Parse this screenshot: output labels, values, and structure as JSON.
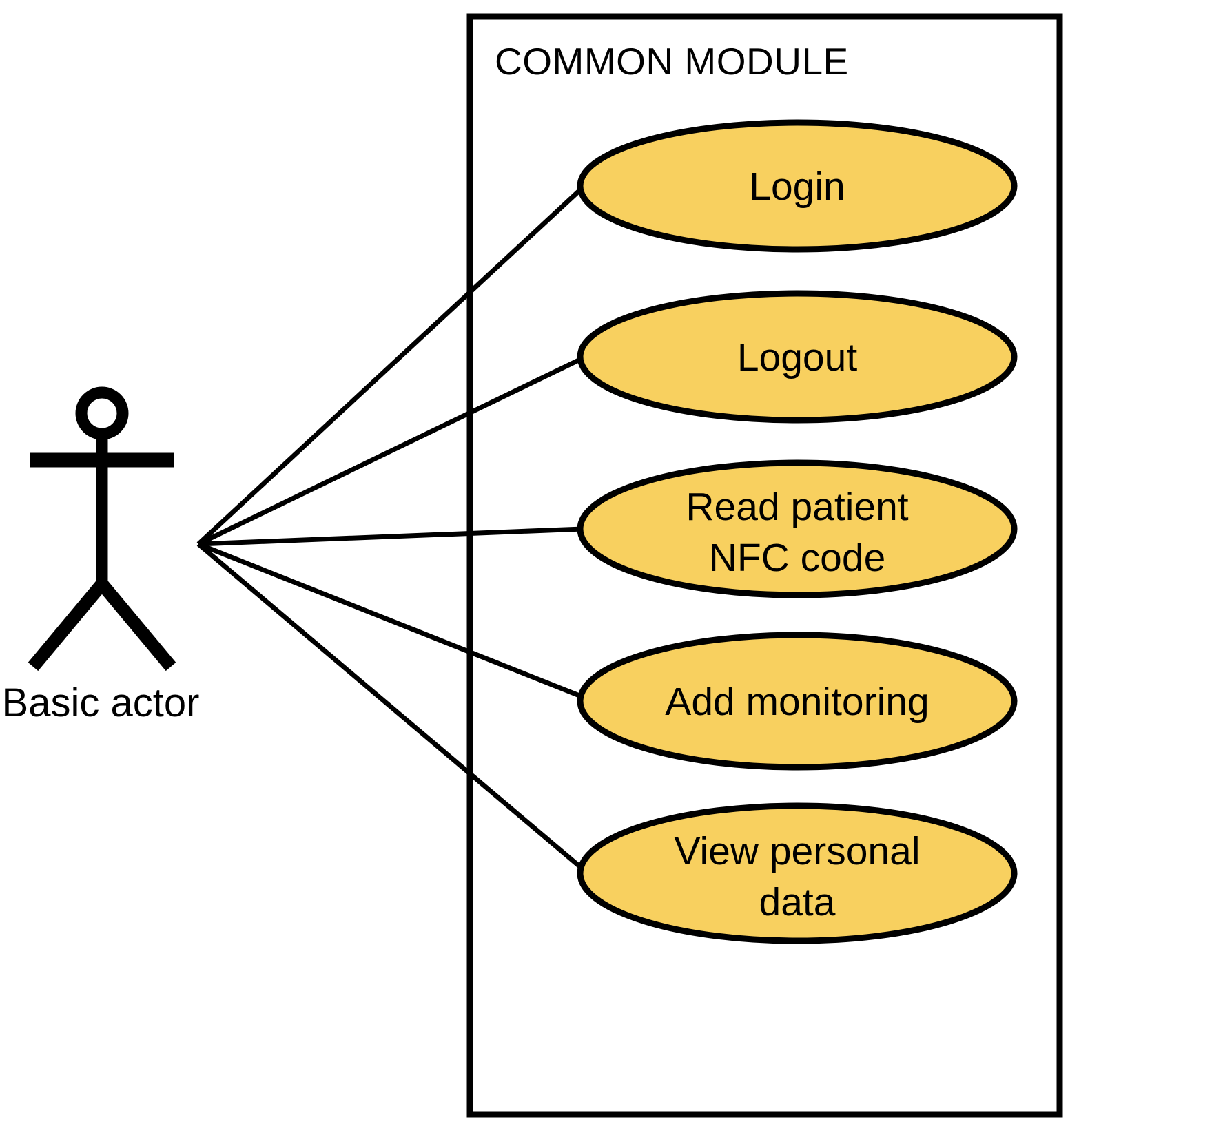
{
  "diagram": {
    "type": "uml-use-case-diagram",
    "background_color": "#FFFFFF",
    "stroke_color": "#000000",
    "system_boundary": {
      "title": "COMMON MODULE",
      "border_color": "#000000"
    },
    "actor": {
      "label": "Basic actor",
      "icon": "stick-figure-actor-icon"
    },
    "use_cases": [
      {
        "id": "login",
        "label_line1": "Login",
        "label_line2": "",
        "fill": "#F8D05F"
      },
      {
        "id": "logout",
        "label_line1": "Logout",
        "label_line2": "",
        "fill": "#F8D05F"
      },
      {
        "id": "read-nfc",
        "label_line1": "Read patient",
        "label_line2": "NFC code",
        "fill": "#F8D05F"
      },
      {
        "id": "add-monitor",
        "label_line1": "Add monitoring",
        "label_line2": "",
        "fill": "#F8D05F"
      },
      {
        "id": "view-data",
        "label_line1": "View personal",
        "label_line2": "data",
        "fill": "#F8D05F"
      }
    ],
    "associations": [
      {
        "from": "actor",
        "to": "login"
      },
      {
        "from": "actor",
        "to": "logout"
      },
      {
        "from": "actor",
        "to": "read-nfc"
      },
      {
        "from": "actor",
        "to": "add-monitor"
      },
      {
        "from": "actor",
        "to": "view-data"
      }
    ]
  }
}
